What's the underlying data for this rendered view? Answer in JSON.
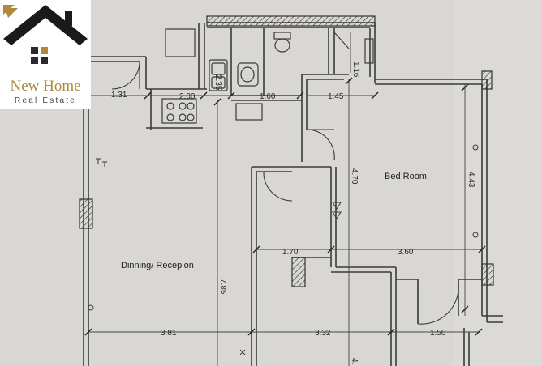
{
  "logo": {
    "brand": "New Home",
    "tagline": "Real Estate",
    "colors": {
      "roof": "#1a1a1a",
      "accent": "#b08a3c",
      "window": "#2a2a2a"
    }
  },
  "rooms": {
    "bedroom": "Bed Room",
    "dining": "Dinning/ Recepion"
  },
  "dimensions": {
    "d_131": "1.31",
    "d_200": "2.00",
    "d_160": "1.60",
    "d_145": "1.45",
    "d_116": "1.16",
    "d_235": "2.35",
    "d_470": "4.70",
    "d_443": "4.43",
    "d_170": "1.70",
    "d_360": "3.60",
    "d_785": "7.85",
    "d_381": "3.81",
    "d_332": "3.32",
    "d_150": "1.50",
    "d_4cut": "4."
  },
  "colors": {
    "paper": "#d9d7d4",
    "wall": "#3a3a3a",
    "line": "#4a4a4a"
  }
}
